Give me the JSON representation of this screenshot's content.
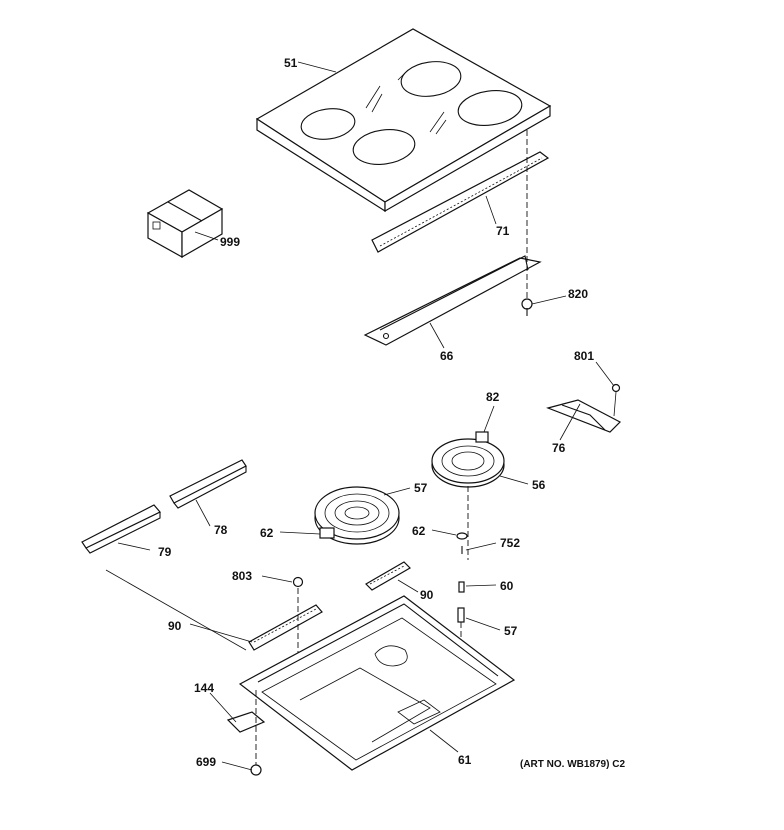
{
  "diagram": {
    "callouts": {
      "p51": "51",
      "p999": "999",
      "p71": "71",
      "p820": "820",
      "p66": "66",
      "p801": "801",
      "p76": "76",
      "p82": "82",
      "p56": "56",
      "p57a": "57",
      "p62a": "62",
      "p78": "78",
      "p79": "79",
      "p62b": "62",
      "p752": "752",
      "p60": "60",
      "p803": "803",
      "p90a": "90",
      "p90b": "90",
      "p57b": "57",
      "p144": "144",
      "p699": "699",
      "p61": "61"
    },
    "art_number": "(ART NO. WB1879) C2"
  }
}
